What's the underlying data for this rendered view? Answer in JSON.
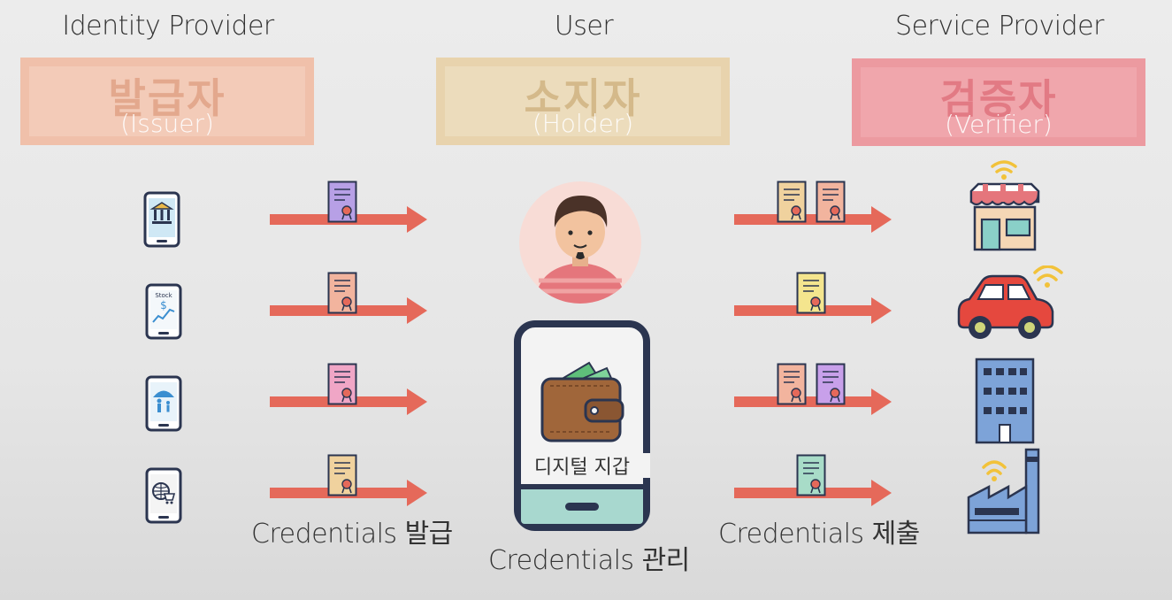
{
  "columns": {
    "issuer_title": "Identity Provider",
    "holder_title": "User",
    "verifier_title": "Service Provider"
  },
  "roles": {
    "issuer": {
      "main": "발급자",
      "sub": "(Issuer)",
      "color": "#f2c3ad"
    },
    "holder": {
      "main": "소지자",
      "sub": "(Holder)",
      "color": "#ead7b4"
    },
    "verifier": {
      "main": "검증자",
      "sub": "(Verifier)",
      "color": "#ef9aa2"
    }
  },
  "issuer_apps": [
    "bank-icon",
    "stock-icon",
    "insurance-icon",
    "shopping-icon"
  ],
  "stock_label": "Stock",
  "wallet_label": "디지털 지갑",
  "captions": {
    "issue": "Credentials 발급",
    "manage": "Credentials 관리",
    "submit": "Credentials 제출"
  },
  "verifiers": [
    "shop-icon",
    "car-icon",
    "building-icon",
    "factory-icon"
  ],
  "colors": {
    "arrow": "#e5695a",
    "phone_frame": "#2b3550",
    "wallet": "#a0663a"
  }
}
